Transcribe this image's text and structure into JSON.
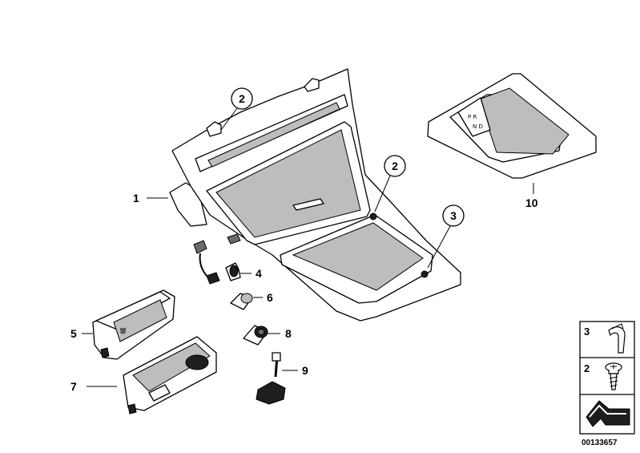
{
  "callouts": {
    "c1": "1",
    "c2a": "2",
    "c2b": "2",
    "c3": "3",
    "c4": "4",
    "c5": "5",
    "c6": "6",
    "c7": "7",
    "c8": "8",
    "c9": "9",
    "c10": "10"
  },
  "legend": {
    "item_a": "3",
    "item_b": "2"
  },
  "doc_id": "00133657",
  "icons": {
    "clip": "clip-icon",
    "screw": "screw-icon",
    "trim": "trim-profile-icon"
  }
}
